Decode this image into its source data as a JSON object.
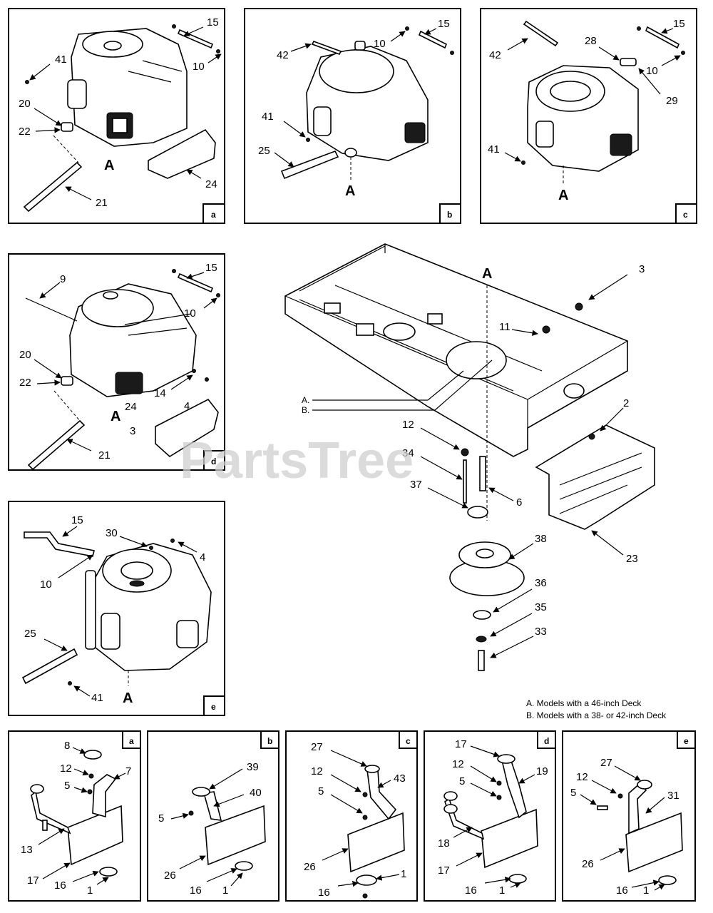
{
  "watermark": "PartsTree",
  "engines": {
    "a": {
      "tag": "a",
      "center": "A",
      "labels": [
        "15",
        "41",
        "10",
        "20",
        "22",
        "24",
        "21"
      ]
    },
    "b": {
      "tag": "b",
      "center": "A",
      "labels": [
        "42",
        "10",
        "15",
        "41",
        "25"
      ]
    },
    "c": {
      "tag": "c",
      "center": "A",
      "labels": [
        "42",
        "28",
        "15",
        "10",
        "29",
        "41"
      ]
    },
    "d": {
      "tag": "d",
      "center": "A",
      "labels": [
        "9",
        "15",
        "10",
        "20",
        "22",
        "14",
        "24",
        "4",
        "3",
        "21"
      ]
    },
    "e": {
      "tag": "e",
      "center": "A",
      "labels": [
        "15",
        "30",
        "4",
        "10",
        "25",
        "41"
      ]
    }
  },
  "frame_assembly": {
    "top_marker": "A",
    "labels": [
      "3",
      "11",
      "2",
      "12",
      "34",
      "37",
      "6",
      "38",
      "36",
      "35",
      "33",
      "23"
    ],
    "refs": [
      "A.",
      "B."
    ],
    "notes": [
      "A.  Models with a 46-inch Deck",
      "B.  Models with a 38- or 42-inch Deck"
    ]
  },
  "mufflers": {
    "a": {
      "tag": "a",
      "labels": [
        "8",
        "12",
        "7",
        "5",
        "13",
        "17",
        "16",
        "1"
      ]
    },
    "b": {
      "tag": "b",
      "labels": [
        "39",
        "40",
        "5",
        "26",
        "16",
        "1"
      ]
    },
    "c": {
      "tag": "c",
      "labels": [
        "27",
        "12",
        "43",
        "5",
        "26",
        "16",
        "1"
      ]
    },
    "d": {
      "tag": "d",
      "labels": [
        "17",
        "12",
        "19",
        "5",
        "18",
        "17",
        "16",
        "1"
      ]
    },
    "e": {
      "tag": "e",
      "labels": [
        "27",
        "12",
        "5",
        "31",
        "26",
        "16",
        "1"
      ]
    }
  }
}
